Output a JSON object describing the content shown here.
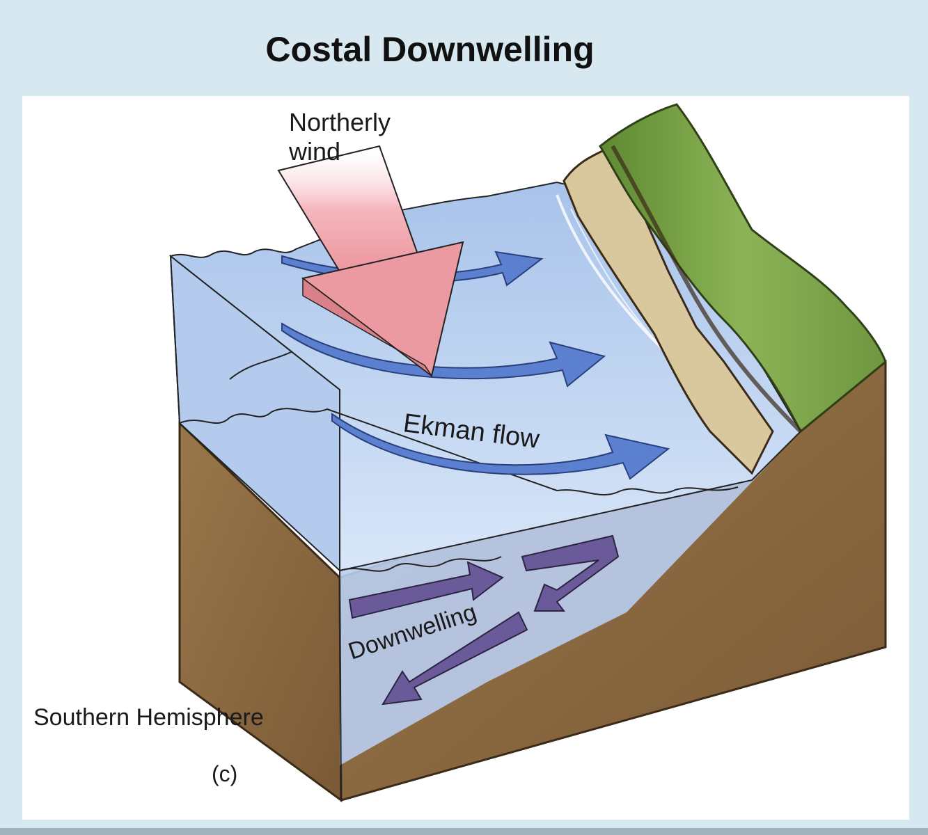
{
  "title": "Costal Downwelling",
  "labels": {
    "wind_line1": "Northerly",
    "wind_line2": "wind",
    "ekman": "Ekman flow",
    "downwelling": "Downwelling",
    "hemisphere": "Southern Hemisphere",
    "panel": "(c)"
  },
  "colors": {
    "background": "#d8e8f0",
    "water_surface": "#c6d9f2",
    "water_side": "#b8cff0",
    "seafloor": "#8b6a43",
    "cliff_sand": "#d9c79d",
    "grass": "#7fa24a",
    "wind_arrow": "#f0a0a8",
    "ekman_arrow": "#5b80d0",
    "downwelling_arrow": "#6a5a9a"
  }
}
